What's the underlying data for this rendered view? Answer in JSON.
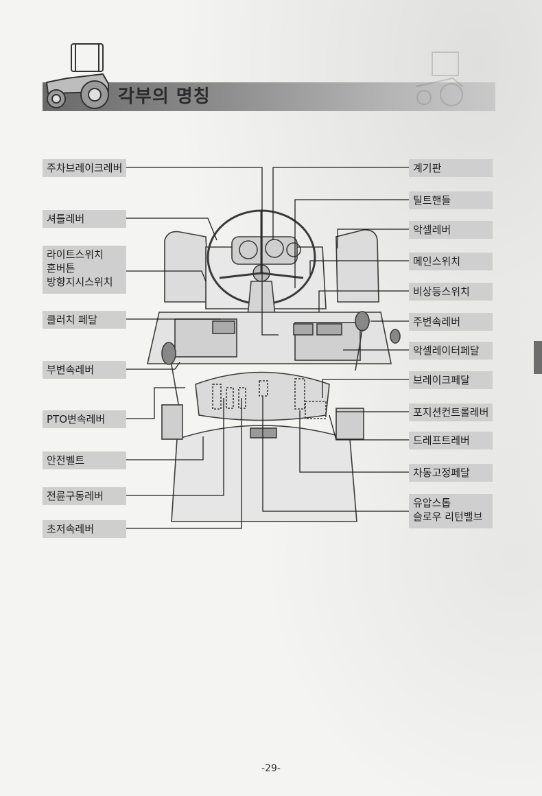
{
  "page": {
    "title": "각부의 명칭",
    "page_number": "-29-"
  },
  "labels_left": [
    "주차브레이크레버",
    "셔틀레버",
    "라이트스위치\n혼버튼\n방향지시스위치",
    "클러치 페달",
    "부변속레버",
    "PTO변속레버",
    "안전벨트",
    "전륜구동레버",
    "초저속레버"
  ],
  "labels_right": [
    "계기판",
    "틸트핸들",
    "악셀레버",
    "메인스위치",
    "비상등스위치",
    "주변속레버",
    "악셀레이터페달",
    "브레이크페달",
    "포지션컨트롤레버",
    "드레프트레버",
    "차동고정페달",
    "유압스톱\n슬로우 리턴밸브"
  ],
  "colors": {
    "label_bg": "#cfcfcf",
    "title_bar_dark": "#6a6a6a",
    "title_bar_light": "#c9c9c9",
    "line": "#222222"
  },
  "icons": [
    "tractor-icon"
  ]
}
